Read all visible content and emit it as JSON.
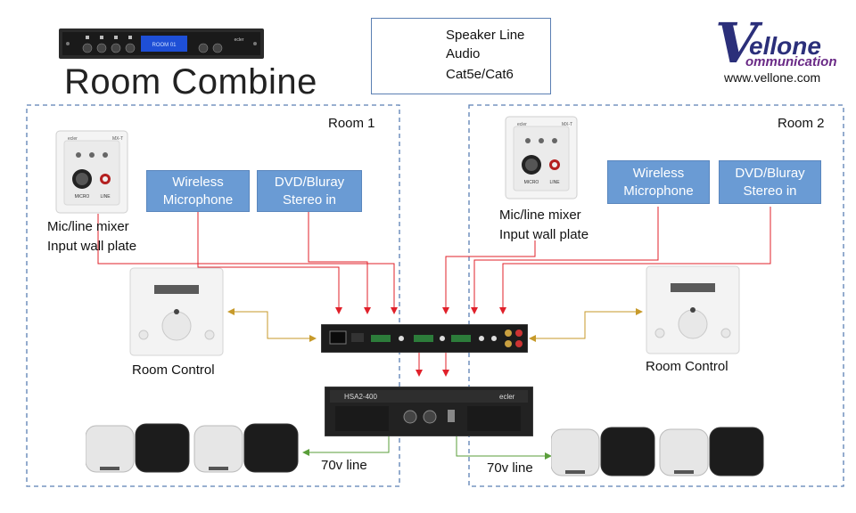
{
  "title": "Room Combine",
  "legend": {
    "speaker_line": "Speaker Line",
    "audio": "Audio",
    "cat": "Cat5e/Cat6"
  },
  "logo": {
    "initial": "V",
    "name": "ellone",
    "sub": "ommunication",
    "url": "www.vellone.com"
  },
  "rooms": [
    {
      "label": "Room 1",
      "wall_plate_caption_line1": "Mic/line mixer",
      "wall_plate_caption_line2": "Input wall plate",
      "wireless_line1": "Wireless",
      "wireless_line2": "Microphone",
      "dvd_line1": "DVD/Bluray",
      "dvd_line2": "Stereo in",
      "control_caption": "Room Control",
      "line_caption": "70v line"
    },
    {
      "label": "Room 2",
      "wall_plate_caption_line1": "Mic/line mixer",
      "wall_plate_caption_line2": "Input wall plate",
      "wireless_line1": "Wireless",
      "wireless_line2": "Microphone",
      "dvd_line1": "DVD/Bluray",
      "dvd_line2": "Stereo in",
      "control_caption": "Room Control",
      "line_caption": "70v line"
    }
  ],
  "devices": {
    "top_unit_display": "ROOM 01",
    "amp_model": "HSA2-400",
    "amp_brand": "ecler",
    "wallplate_brand": "ecler",
    "wallplate_model": "MX-T",
    "wallplate_micro": "MICRO",
    "wallplate_line": "LINE"
  },
  "colors": {
    "speaker_line": "#5a9e3a",
    "audio": "#e0202a",
    "cat": "#c79a2a",
    "room_border": "#5b7fb3",
    "box_fill": "#6a9bd4"
  }
}
